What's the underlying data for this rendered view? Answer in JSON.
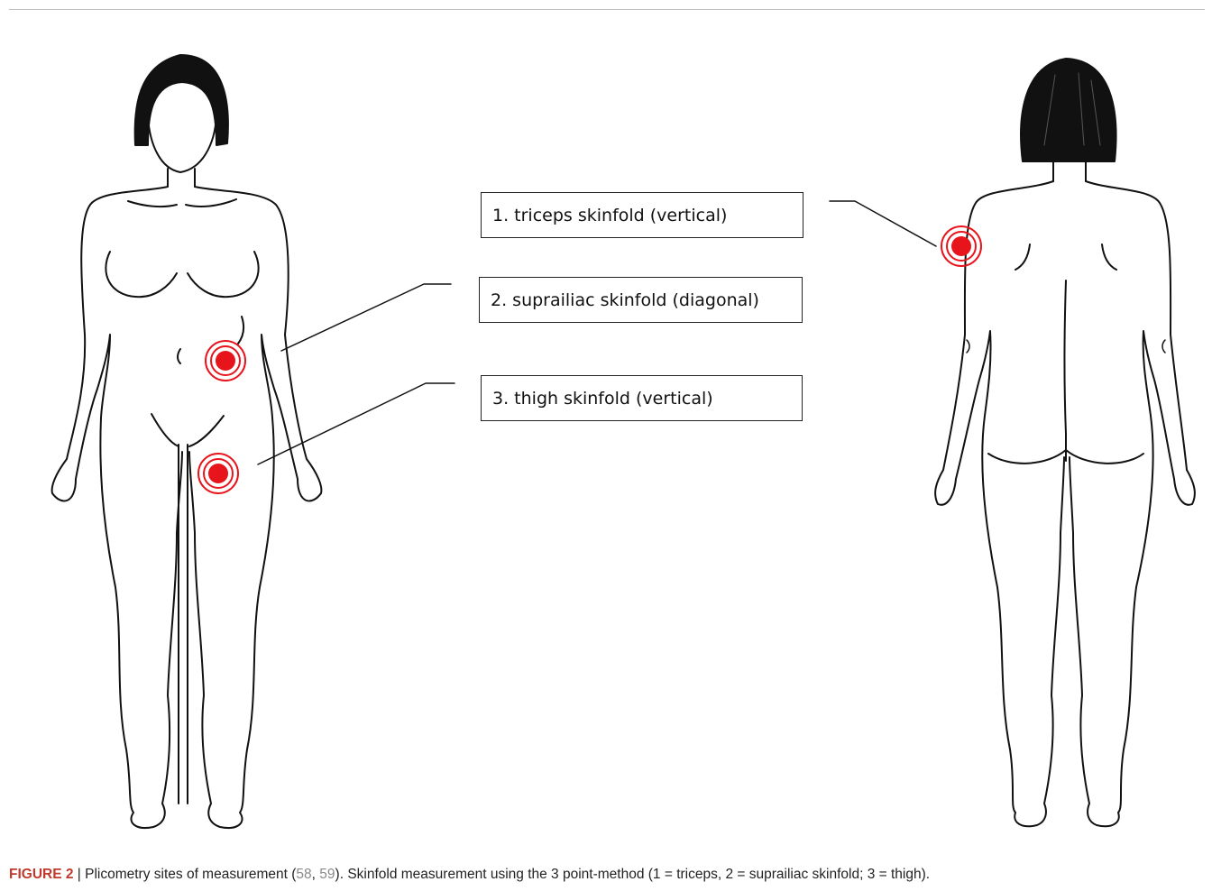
{
  "labels": [
    {
      "number": "1.",
      "text": "1. triceps skinfold (vertical)"
    },
    {
      "number": "2.",
      "text": "2. suprailiac skinfold (diagonal)"
    },
    {
      "number": "3.",
      "text": "3. thigh skinfold (vertical)"
    }
  ],
  "caption": {
    "figure_label": "FIGURE 2",
    "separator": " | ",
    "text_before_refs": "Plicometry sites of measurement (",
    "ref1": "58",
    "ref_sep": ", ",
    "ref2": "59",
    "text_after_refs": "). Skinfold measurement using the 3 point-method (1 = triceps, 2 = suprailiac skinfold; 3 = thigh)."
  },
  "colors": {
    "marker_red": "#e8141b",
    "outline": "#111111",
    "figure_label": "#c0392b"
  }
}
